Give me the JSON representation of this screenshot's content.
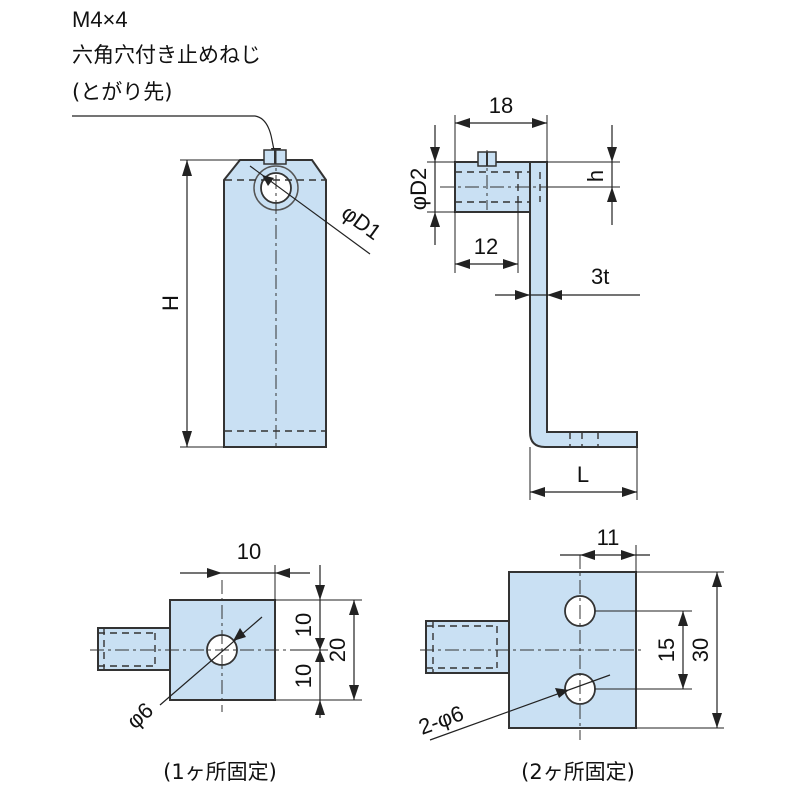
{
  "callout": {
    "line1": "M4×4",
    "line2": "六角穴付き止めねじ",
    "line3": "(とがり先)"
  },
  "front_view": {
    "height_label": "H",
    "diameter_label": "φD1"
  },
  "side_view": {
    "width_label": "18",
    "diameter_label": "φD2",
    "offset_label": "h",
    "inner_label": "12",
    "thickness_label": "3t",
    "length_label": "L"
  },
  "bottom_left": {
    "top_dim": "10",
    "upper_dim": "10",
    "lower_dim": "10",
    "total_dim": "20",
    "hole_label": "φ6",
    "caption": "(1ヶ所固定)"
  },
  "bottom_right": {
    "top_dim": "11",
    "inner_dim": "15",
    "total_dim": "30",
    "hole_label": "2-φ6",
    "caption": "(2ヶ所固定)"
  },
  "colors": {
    "part_fill": "#c9e0f3",
    "outline": "#333333"
  }
}
